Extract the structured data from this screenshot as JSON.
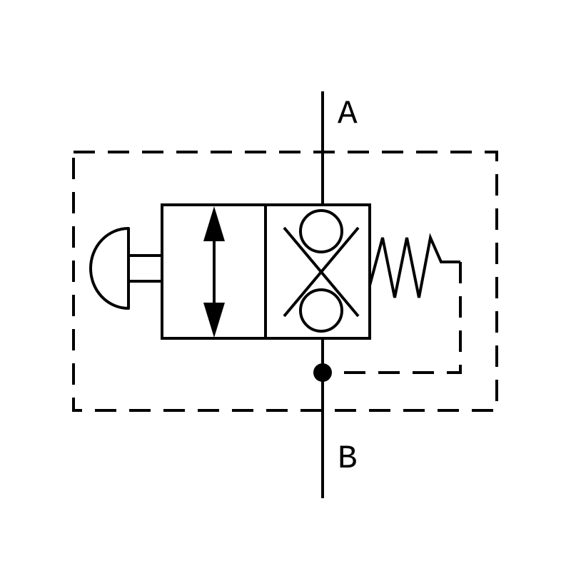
{
  "diagram": {
    "colors": {
      "stroke": "#000000",
      "background": "#ffffff"
    },
    "ports": {
      "top_label": "A",
      "bottom_label": "B"
    },
    "symbols": {
      "actuator": "push-button-icon",
      "return": "spring-icon",
      "pilot": "dashed-pilot-line",
      "junction": "junction-dot"
    }
  }
}
